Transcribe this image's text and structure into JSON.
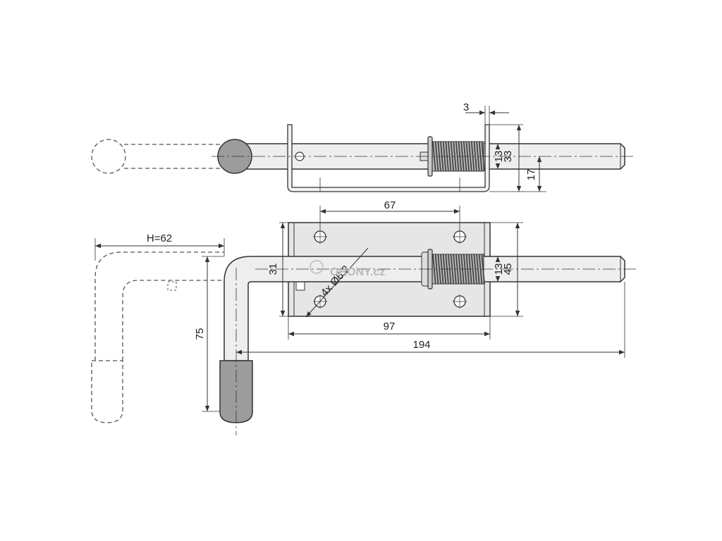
{
  "dimensions": {
    "gap_3": "3",
    "dia_13_top": "13",
    "dia_33": "33",
    "offset_17": "17",
    "spacing_67": "67",
    "height_h": "H=62",
    "height_31": "31",
    "holes": "4x Ø6,2",
    "dia_13_bottom": "13",
    "height_45": "45",
    "width_97": "97",
    "length_194": "194",
    "height_75": "75"
  },
  "watermark": {
    "text": "OHONY.cz"
  },
  "colors": {
    "line": "#333333",
    "plate": "#e6e6e6",
    "knob": "#9c9c9c",
    "spring": "#444444",
    "ghost": "#555555"
  }
}
